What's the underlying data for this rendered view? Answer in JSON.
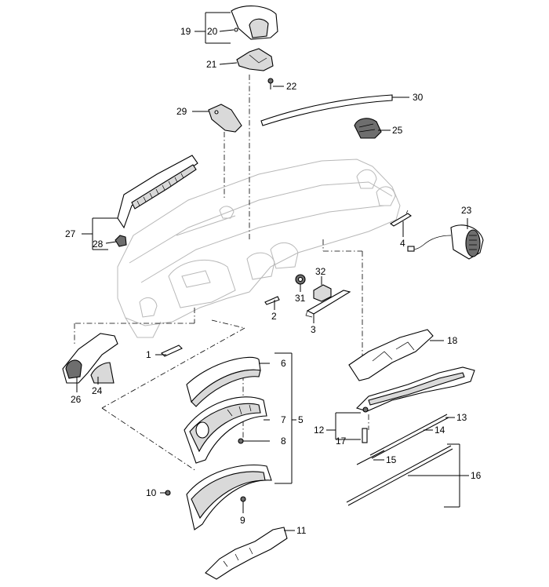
{
  "labels": {
    "n1": "1",
    "n2": "2",
    "n3": "3",
    "n4": "4",
    "n5": "5",
    "n6": "6",
    "n7": "7",
    "n8": "8",
    "n9": "9",
    "n10": "10",
    "n11": "11",
    "n12": "12",
    "n13": "13",
    "n14": "14",
    "n15": "15",
    "n16": "16",
    "n17": "17",
    "n18": "18",
    "n19": "19",
    "n20": "20",
    "n21": "21",
    "n22": "22",
    "n23": "23",
    "n24": "24",
    "n25": "25",
    "n26": "26",
    "n27": "27",
    "n28": "28",
    "n29": "29",
    "n30": "30",
    "n31": "31",
    "n32": "32"
  }
}
